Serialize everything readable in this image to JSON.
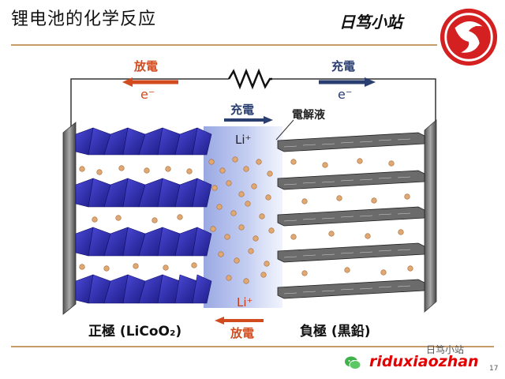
{
  "slide": {
    "title": "锂电池的化学反应",
    "brand": "日笃小站",
    "footer_brand": "riduxiaozhan",
    "watermark": "日笃小站",
    "page_number": "17"
  },
  "diagram": {
    "discharge_top": "放電",
    "charge_top": "充電",
    "electron_left": "e⁻",
    "electron_right": "e⁻",
    "charge_middle": "充電",
    "electrolyte": "電解液",
    "ion_top": "Li⁺",
    "ion_bottom": "Li⁺",
    "discharge_bottom": "放電",
    "cathode_caption": "正極 (LiCoO₂)",
    "anode_caption": "負極 (黒鉛)"
  },
  "colors": {
    "discharge": "#d24b1e",
    "charge": "#2a3f6f",
    "cathode": "#2c2aa8",
    "electrolyte": "#b8c4ec",
    "ion": "#d9a06a",
    "brand_red": "#e30000",
    "rule": "#c79a6a"
  }
}
